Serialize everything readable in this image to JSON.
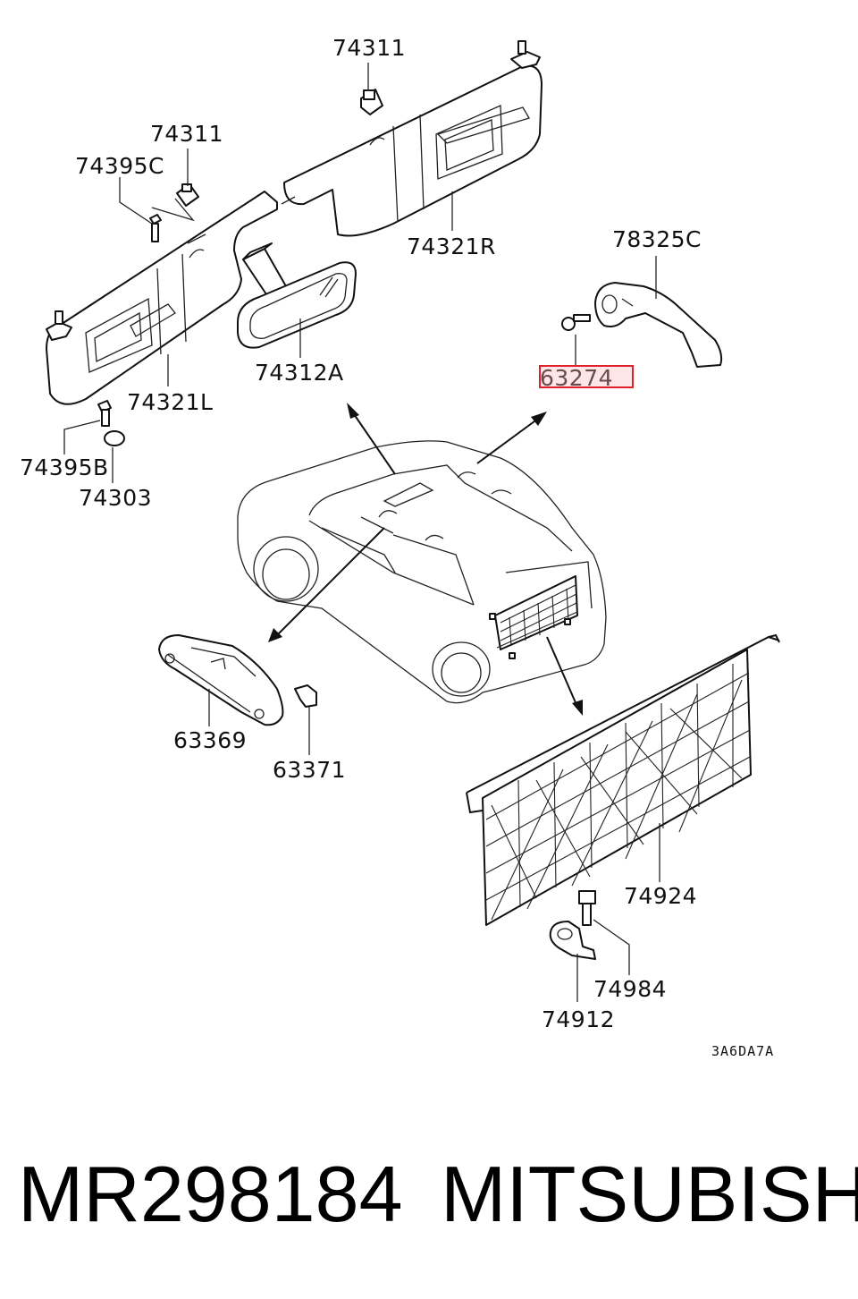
{
  "labels": {
    "p74311_top": "74311",
    "p74311_left": "74311",
    "p74395C": "74395C",
    "p74321R": "74321R",
    "p78325C": "78325C",
    "p63274": "63274",
    "p74312A": "74312A",
    "p74321L": "74321L",
    "p74395B": "74395B",
    "p74303": "74303",
    "p63369": "63369",
    "p63371": "63371",
    "p74924": "74924",
    "p74984": "74984",
    "p74912": "74912",
    "diagram_code": "3A6DA7A"
  },
  "highlight": {
    "part": "63274",
    "color": "#e0202a",
    "fill": "#fde6e8"
  },
  "footer": {
    "part_number": "MR298184",
    "brand": "MITSUBISHI"
  }
}
